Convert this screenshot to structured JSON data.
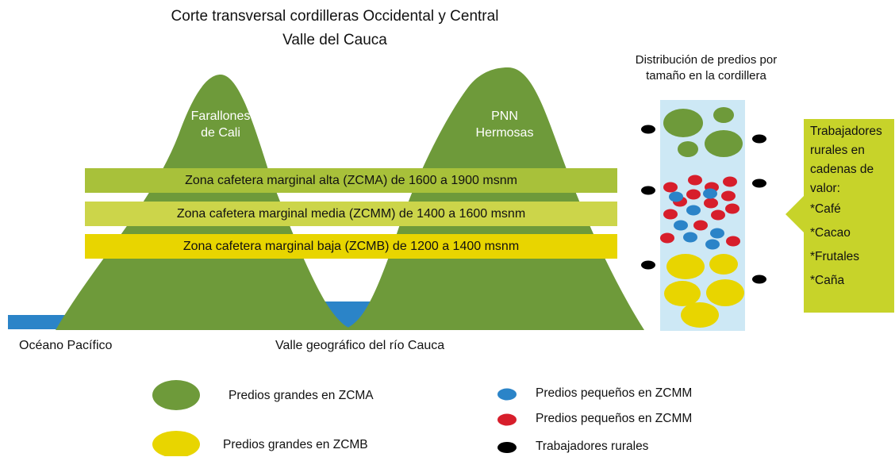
{
  "title": {
    "line1": "Corte transversal cordilleras Occidental y Central",
    "line2": "Valle del Cauca"
  },
  "peaks": {
    "west": {
      "line1": "Farallones",
      "line2": "de Cali"
    },
    "east": {
      "line1": "PNN",
      "line2": "Hermosas"
    }
  },
  "zones": [
    {
      "label": "Zona cafetera marginal alta (ZCMA) de 1600 a 1900 msnm",
      "color": "#a8c13a"
    },
    {
      "label": "Zona cafetera marginal media (ZCMM) de 1400 a 1600 msnm",
      "color": "#ccd54a"
    },
    {
      "label": "Zona cafetera marginal baja (ZCMB) de 1200 a 1400 msnm",
      "color": "#e8d500"
    }
  ],
  "base_labels": {
    "ocean": "Océano Pacífico",
    "valley": "Valle geográfico del río Cauca"
  },
  "distribution": {
    "title_line1": "Distribución de predios por",
    "title_line2": "tamaño en la cordillera"
  },
  "callout": {
    "heading": [
      "Trabajadores",
      "rurales en",
      "cadenas de",
      "valor:"
    ],
    "items": [
      "*Café",
      "*Cacao",
      "*Frutales",
      "*Caña"
    ]
  },
  "legend": {
    "large_zcma": "Predios grandes en ZCMA",
    "large_zcmb": "Predios grandes en ZCMB",
    "small_zcmm_blue": "Predios pequeños en ZCMM",
    "small_zcmm_red": "Predios pequeños en ZCMM",
    "workers": "Trabajadores rurales"
  },
  "colors": {
    "mountain": "#6e9a3a",
    "water": "#2b84c8",
    "panel": "#cde8f5",
    "zcma_dot": "#6e9a3a",
    "zcmb_dot": "#e8d500",
    "blue_dot": "#2b84c8",
    "red_dot": "#d71e2b",
    "worker_dot": "#000000",
    "callout": "#c7d32a"
  }
}
